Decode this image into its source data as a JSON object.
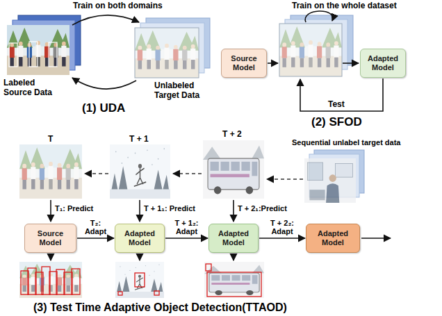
{
  "diagram": {
    "nodes": [
      {
        "text": [
          "Source Model"
        ]
      },
      {
        "text": [
          "Adapted Model"
        ]
      },
      {
        "text": [
          "Source Model"
        ]
      },
      {
        "text": [
          "Adapted Model"
        ]
      },
      {
        "text": [
          "Adapted Model"
        ]
      },
      {
        "text": [
          "Adapted Model"
        ]
      }
    ],
    "edges": [
      {
        "from": 2,
        "to": 3,
        "arrow": "to",
        "label": "T₂: Adapt"
      },
      {
        "from": 3,
        "to": 4,
        "arrow": "to",
        "label": "T + 1₂: Adapt"
      },
      {
        "from": 4,
        "to": 5,
        "arrow": "to",
        "label": "T + 2₂: Adapt"
      }
    ],
    "labels": [
      "Train on both domains",
      "Labeled Source Data",
      "Unlabeled Target Data",
      "(1) UDA",
      "Train on the whole dataset",
      "Test",
      "(2) SFOD",
      "T",
      "T + 1",
      "T + 2",
      "Sequential unlabel target data",
      "T₁: Predict",
      "T + 1₁: Predict",
      "T + 2₁:Predict",
      "(3) Test Time Adaptive Object Detection(TTAOD)"
    ]
  }
}
